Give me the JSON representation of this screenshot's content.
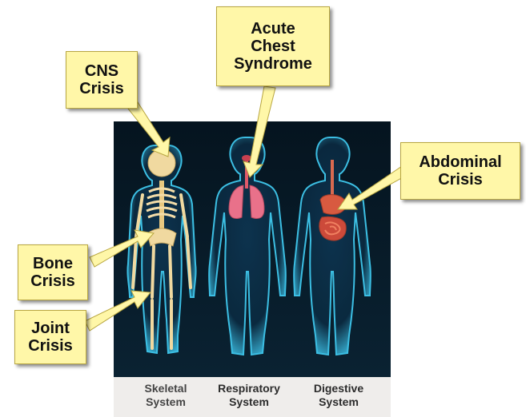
{
  "panels": [
    {
      "caption_line1": "Skeletal",
      "caption_line2": "System"
    },
    {
      "caption_line1": "Respiratory",
      "caption_line2": "System"
    },
    {
      "caption_line1": "Digestive",
      "caption_line2": "System"
    }
  ],
  "callouts": {
    "cns": {
      "line1": "CNS",
      "line2": "Crisis"
    },
    "chest": {
      "line1": "Acute",
      "line2": "Chest",
      "line3": "Syndrome"
    },
    "abdominal": {
      "line1": "Abdominal",
      "line2": "Crisis"
    },
    "bone": {
      "line1": "Bone",
      "line2": "Crisis"
    },
    "joint": {
      "line1": "Joint",
      "line2": "Crisis"
    }
  },
  "colors": {
    "panel_background": "#061826",
    "body_glow": "#2fb8e0",
    "callout_fill": "#fff7a8",
    "caption_strip": "#efedeb"
  }
}
